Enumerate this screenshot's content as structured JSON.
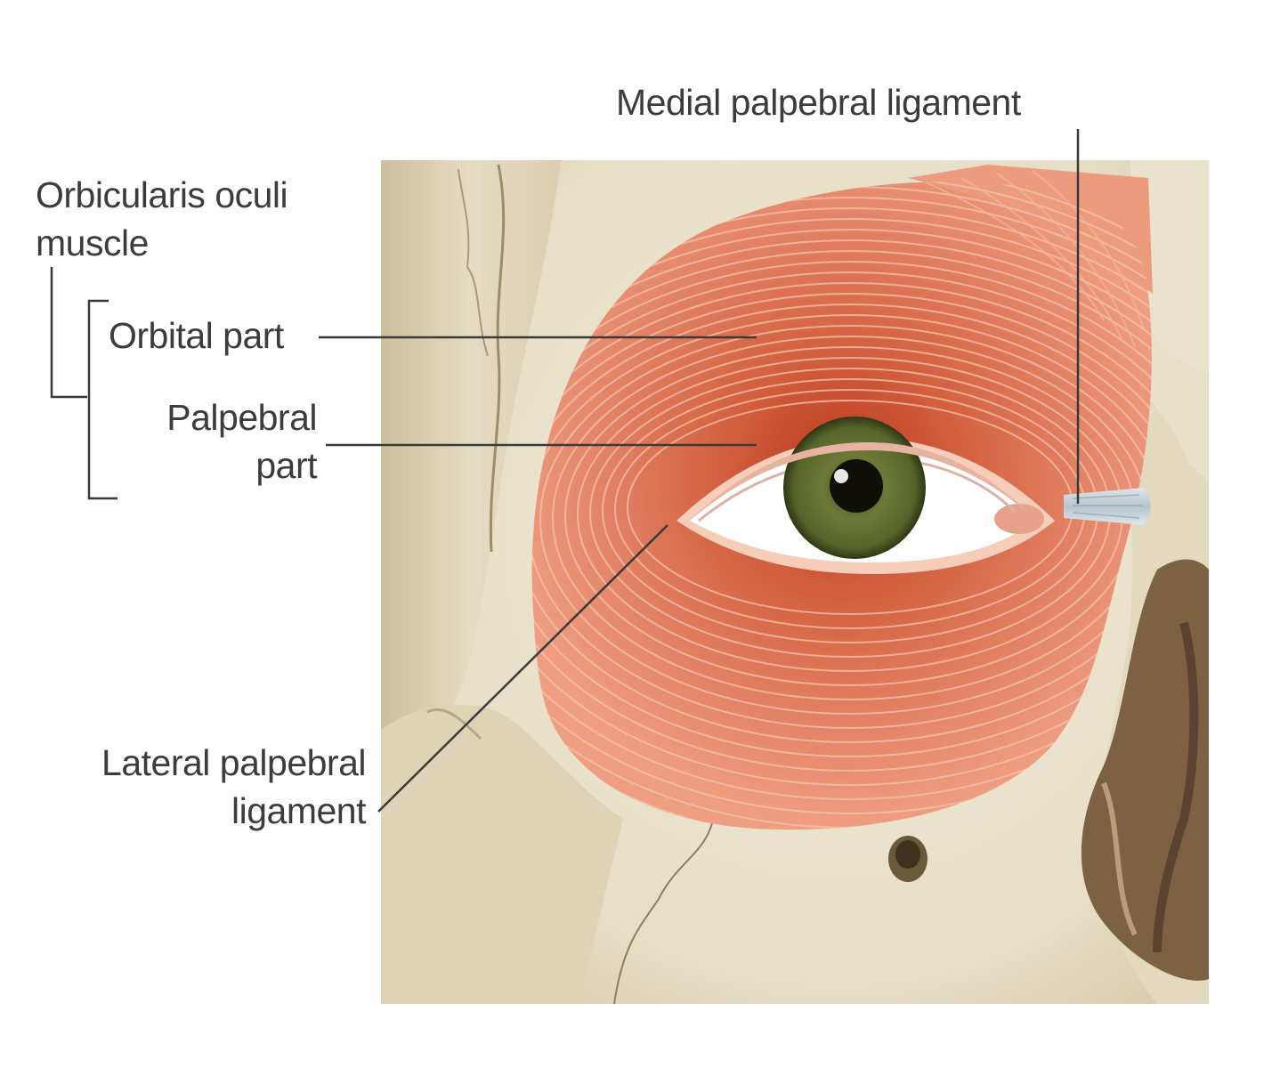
{
  "labels": {
    "orbicularis": [
      "Orbicularis oculi",
      "muscle"
    ],
    "orbital_part": "Orbital part",
    "palpebral_part": [
      "Palpebral",
      "part"
    ],
    "medial_ligament": "Medial palpebral ligament",
    "lateral_ligament": [
      "Lateral palpebral",
      "ligament"
    ]
  },
  "colors": {
    "bone": "#e9e2cc",
    "bone_shadow": "#c7bb9a",
    "muscle": "#e38a6c",
    "muscle_dark": "#c8512f",
    "iris": "#5f6b2e",
    "ligament": "#c9d3da",
    "line": "#3a3a3a"
  }
}
